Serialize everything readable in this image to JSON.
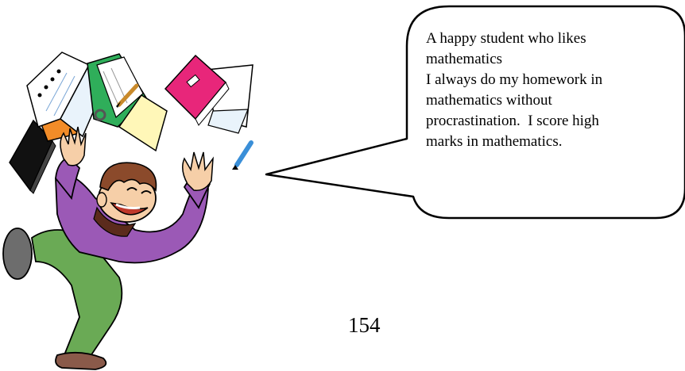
{
  "speech_bubble": {
    "lines": [
      "A happy student who likes",
      "mathematics",
      "I always do my homework in",
      "mathematics without",
      "procrastination.  I score high",
      "marks in mathematics."
    ]
  },
  "page_number": "154",
  "colors": {
    "shirt": "#9b59b6",
    "pants": "#6aaa55",
    "hair": "#8b4a2b",
    "skin": "#f6cfa8",
    "pink_book": "#e8267a",
    "green_book": "#2fae5a",
    "orange_cover": "#f28c28",
    "black_book": "#111111",
    "pen": "#3a8fd8"
  },
  "icons": {
    "illustration": "happy-student-clipart"
  }
}
